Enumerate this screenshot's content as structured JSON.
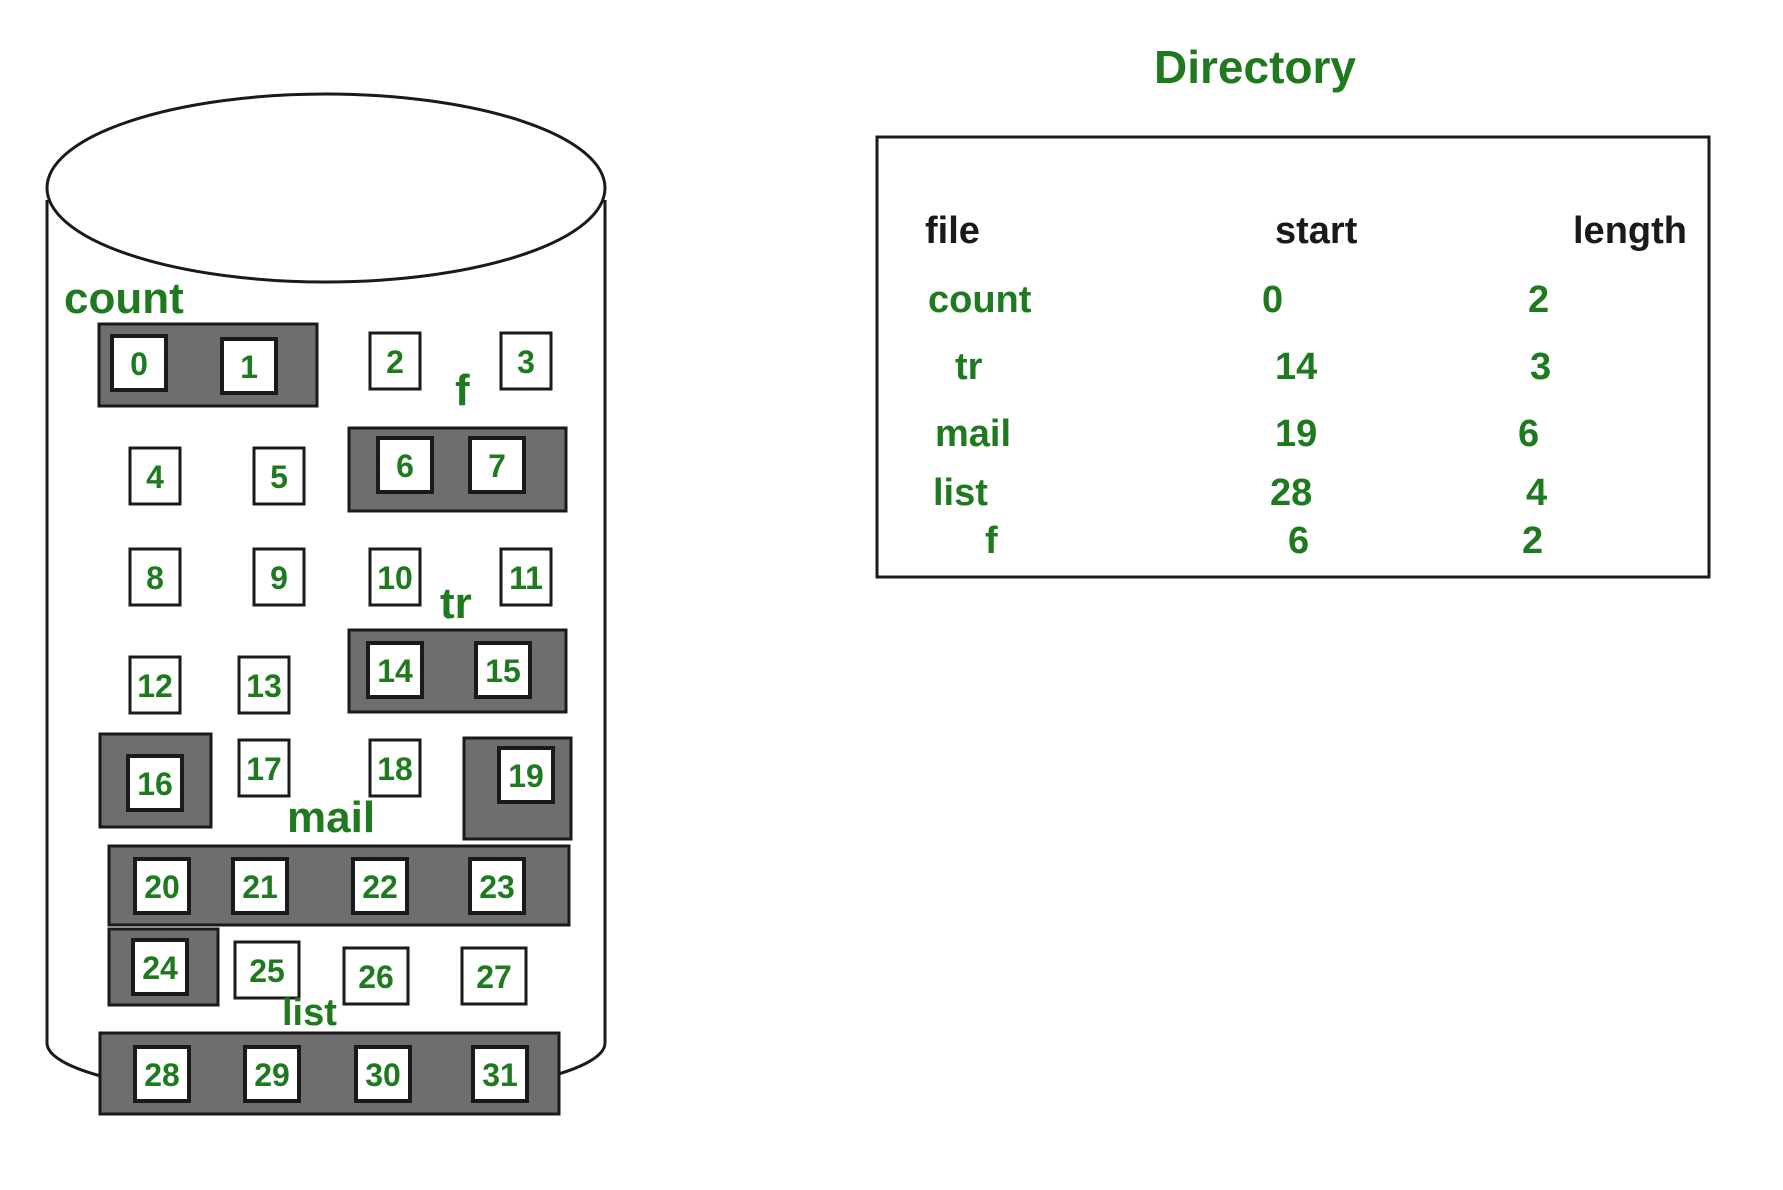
{
  "diagram_title": "Directory",
  "colors": {
    "label_green": "#1f7a1f",
    "header_black": "#1a1a1a",
    "allocated_fill": "#6e6e6e",
    "outline": "#1a1a1a"
  },
  "disk": {
    "blocks": [
      "0",
      "1",
      "2",
      "3",
      "4",
      "5",
      "6",
      "7",
      "8",
      "9",
      "10",
      "11",
      "12",
      "13",
      "14",
      "15",
      "16",
      "17",
      "18",
      "19",
      "20",
      "21",
      "22",
      "23",
      "24",
      "25",
      "26",
      "27",
      "28",
      "29",
      "30",
      "31"
    ],
    "file_labels": [
      "count",
      "f",
      "tr",
      "mail",
      "list"
    ]
  },
  "directory": {
    "headers": {
      "file": "file",
      "start": "start",
      "length": "length"
    },
    "rows": [
      {
        "file": "count",
        "start": "0",
        "length": "2"
      },
      {
        "file": "tr",
        "start": "14",
        "length": "3"
      },
      {
        "file": "mail",
        "start": "19",
        "length": "6"
      },
      {
        "file": "list",
        "start": "28",
        "length": "4"
      },
      {
        "file": "f",
        "start": "6",
        "length": "2"
      }
    ]
  }
}
